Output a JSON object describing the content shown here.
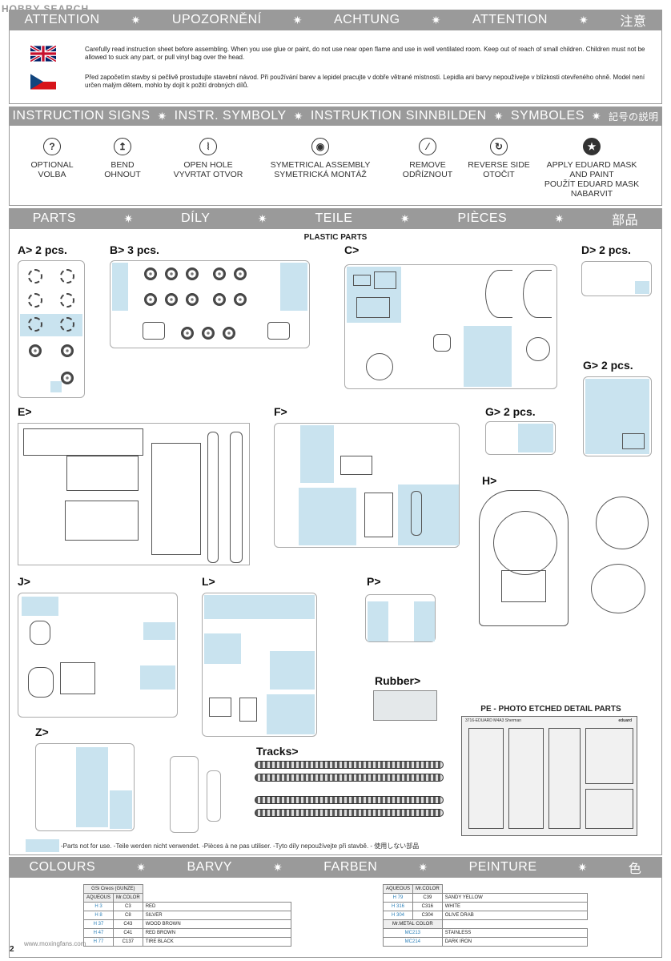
{
  "watermark": {
    "site": "HOBBY SEARCH",
    "bottom": "www.moxingfans.com"
  },
  "attention_band": [
    "ATTENTION",
    "UPOZORNĚNÍ",
    "ACHTUNG",
    "ATTENTION",
    "注意"
  ],
  "warnings": {
    "en": "Carefully read instruction sheet before assembling. When you use glue or paint, do not use near open flame and use in well ventilated room. Keep out of reach of small children. Children must not be allowed to suck any part, or pull vinyl bag over the head.",
    "cz": "Před započetím stavby si pečlivě prostudujte stavební návod. Při používání barev a lepidel pracujte v dobře větrané místnosti. Lepidla ani barvy nepoužívejte v blízkosti otevřeného ohně. Model není určen malým dětem, mohlo by dojít k požití drobných dílů."
  },
  "signs_band": [
    "INSTRUCTION SIGNS",
    "INSTR. SYMBOLY",
    "INSTRUKTION SINNBILDEN",
    "SYMBOLES",
    "記号の説明"
  ],
  "signs": [
    {
      "icon": "question-icon",
      "glyph": "?",
      "line1": "OPTIONAL",
      "line2": "VOLBA"
    },
    {
      "icon": "bend-icon",
      "glyph": "↥",
      "line1": "BEND",
      "line2": "OHNOUT"
    },
    {
      "icon": "drill-icon",
      "glyph": "⦚",
      "line1": "OPEN HOLE",
      "line2": "VYVRTAT OTVOR"
    },
    {
      "icon": "symmetrical-icon",
      "glyph": "◉",
      "line1": "SYMETRICAL ASSEMBLY",
      "line2": "SYMETRICKÁ MONTÁŽ"
    },
    {
      "icon": "remove-icon",
      "glyph": "⁄",
      "line1": "REMOVE",
      "line2": "ODŘÍZNOUT"
    },
    {
      "icon": "reverse-icon",
      "glyph": "↻",
      "line1": "REVERSE SIDE",
      "line2": "OTOČIT"
    },
    {
      "icon": "mask-icon",
      "glyph": "★",
      "line1": "APPLY EDUARD MASK",
      "line2": "AND PAINT",
      "line3": "POUŽÍT EDUARD MASK",
      "line4": "NABARVIT"
    }
  ],
  "parts_band": [
    "PARTS",
    "DÍLY",
    "TEILE",
    "PIÈCES",
    "部品"
  ],
  "parts": {
    "heading": "PLASTIC PARTS",
    "a": "A>  2 pcs.",
    "b": "B>  3 pcs.",
    "c": "C>",
    "d": "D>  2 pcs.",
    "e": "E>",
    "f": "F>",
    "g1": "G>  2 pcs.",
    "g2": "G>  2 pcs.",
    "h": "H>",
    "j": "J>",
    "l": "L>",
    "p": "P>",
    "z": "Z>",
    "rubber": "Rubber>",
    "tracks": "Tracks>",
    "pe_heading": "PE - PHOTO ETCHED DETAIL PARTS",
    "pe_title": "3716-EDUARD M4A3 Sherman",
    "pe_brand": "eduard"
  },
  "legend": "-Parts not for use. -Teile werden nicht verwendet. -Pièces à ne pas utiliser. -Tyto díly nepoužívejte při stavbě. -  使用しない部品",
  "colours_band": [
    "COLOURS",
    "BARVY",
    "FARBEN",
    "PEINTURE",
    "色"
  ],
  "colours": {
    "left_header": "GSi Creos (GUNZE)",
    "col_aqueous": "AQUEOUS",
    "col_mr": "Mr.COLOR",
    "left_rows": [
      {
        "aq": "H 3",
        "mr": "C3",
        "name": "RED"
      },
      {
        "aq": "H 8",
        "mr": "C8",
        "name": "SILVER"
      },
      {
        "aq": "H 37",
        "mr": "C43",
        "name": "WOOD BROWN"
      },
      {
        "aq": "H 47",
        "mr": "C41",
        "name": "RED BROWN"
      },
      {
        "aq": "H 77",
        "mr": "C137",
        "name": "TIRE BLACK"
      }
    ],
    "right_rows": [
      {
        "aq": "H 79",
        "mr": "C39",
        "name": "SANDY YELLOW"
      },
      {
        "aq": "H 316",
        "mr": "C316",
        "name": "WHITE"
      },
      {
        "aq": "H 304",
        "mr": "C304",
        "name": "OLIVE DRAB"
      }
    ],
    "metal_header": "Mr.METAL COLOR",
    "metal_rows": [
      {
        "code": "MC213",
        "name": "STAINLESS"
      },
      {
        "code": "MC214",
        "name": "DARK IRON"
      }
    ]
  },
  "page_number": "2"
}
